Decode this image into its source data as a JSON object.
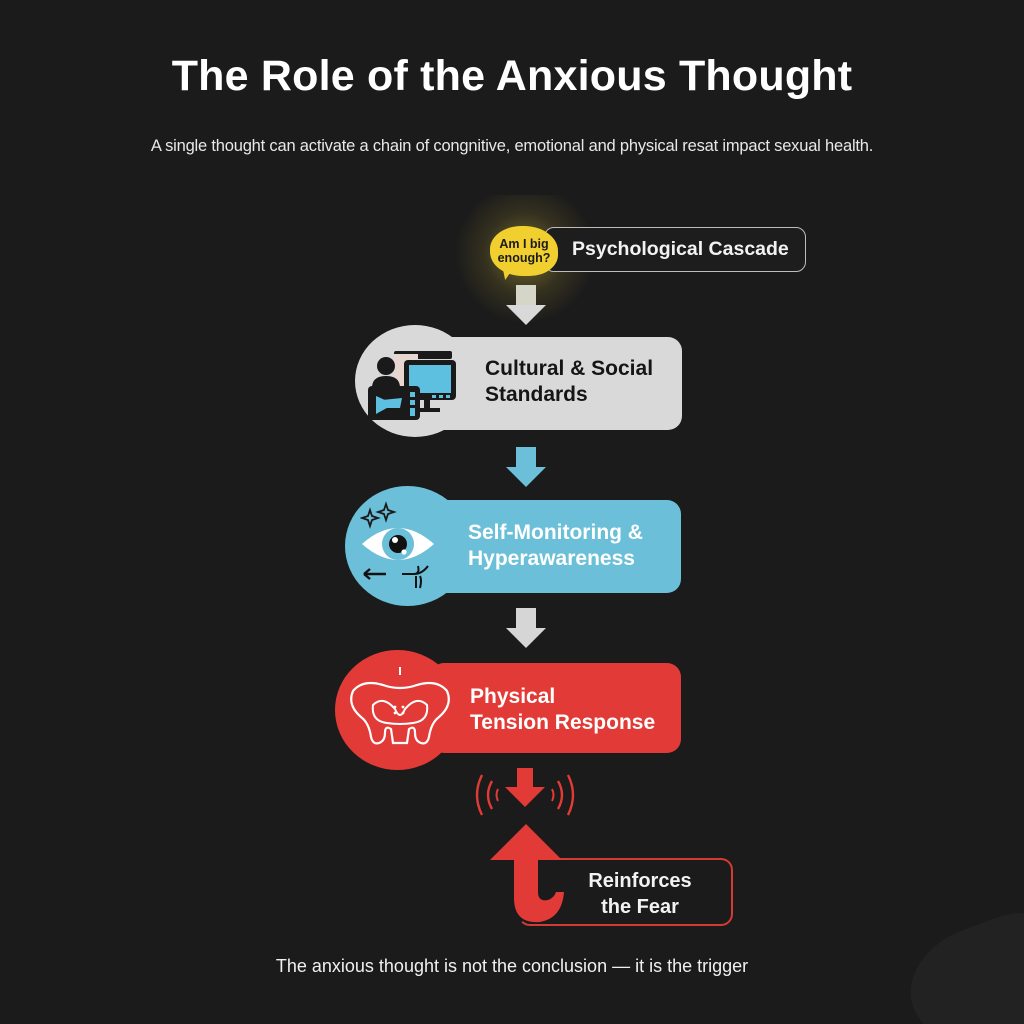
{
  "header": {
    "title": "The Role of the Anxious Thought",
    "subtitle": "A single thought can activate a chain of congnitive, emotional and physical resat impact sexual health."
  },
  "trigger": {
    "thought_line1": "Am I big",
    "thought_line2": "enough?",
    "label": "Psychological Cascade",
    "icon": "thought-bubble-icon",
    "color": "#f0cf2f"
  },
  "steps": [
    {
      "line1": "Cultural & Social",
      "line2": "Standards",
      "icon": "media-screens-icon",
      "color": "#d9d9d9",
      "text_color": "#151515",
      "arrow_in_color": "#d9d9d9"
    },
    {
      "line1": "Self-Monitoring &",
      "line2": "Hyperawareness",
      "icon": "eye-icon",
      "color": "#6cbfd8",
      "text_color": "#ffffff",
      "arrow_in_color": "#6cbfd8"
    },
    {
      "line1": "Physical",
      "line2": "Tension Response",
      "icon": "pelvis-icon",
      "color": "#e23b37",
      "text_color": "#ffffff",
      "arrow_in_color": "#d9d9d9"
    }
  ],
  "loop": {
    "line1": "Reinforces",
    "line2": "the Fear",
    "icon": "feedback-loop-arrow-icon",
    "color": "#e23b37"
  },
  "footer": {
    "text": "The anxious thought is not the conclusion — it is the trigger"
  }
}
